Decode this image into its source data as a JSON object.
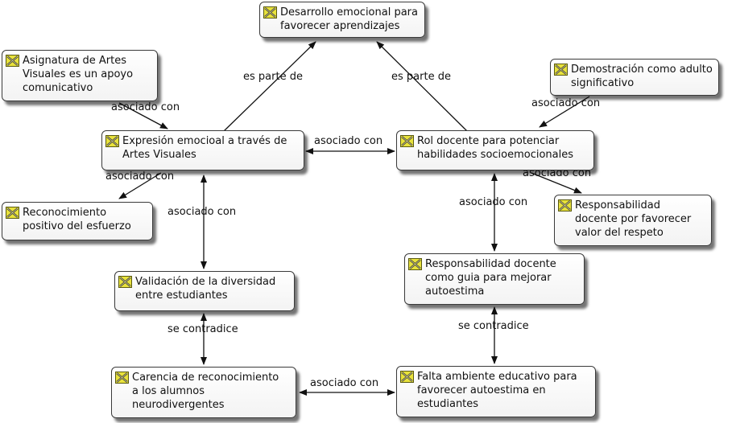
{
  "nodes": {
    "desarrollo": "Desarrollo emocional para\nfavorecer aprendizajes",
    "artes": "Asignatura de Artes\nVisuales es un apoyo\ncomunicativo",
    "demostracion": "Demostración como adulto\nsignificativo",
    "expresion": "Expresión emocioal a través de\nArtes Visuales",
    "rol": "Rol docente para potenciar\nhabilidades socioemocionales",
    "reconocimiento": "Reconocimiento\npositivo del esfuerzo",
    "respeto": "Responsabilidad\ndocente por favorecer\nvalor del respeto",
    "autoestima_guia": "Responsabilidad docente\ncomo guia para mejorar\nautoestima",
    "validacion": "Validación de la diversidad\nentre estudiantes",
    "carencia": "Carencia de reconocimiento\na los alumnos\nneurodivergentes",
    "falta": "Falta ambiente educativo para\nfavorecer autoestima en\nestudiantes"
  },
  "edge_labels": {
    "expresion_desarrollo": "es parte de",
    "rol_desarrollo": "es parte de",
    "artes_expresion": "asociado con",
    "expresion_rol": "asociado con",
    "demostracion_rol": "asociado con",
    "expresion_reconocimiento": "asociado con",
    "rol_respeto": "asociado con",
    "expresion_validacion": "asociado con",
    "rol_autoestima": "asociado con",
    "validacion_carencia": "se contradice",
    "autoestima_falta": "se contradice",
    "carencia_falta": "asociado con"
  },
  "colors": {
    "icon_fill": "#e8e23c",
    "icon_stroke": "#5a5a10",
    "edge": "#111111"
  },
  "icon_name": "code-icon"
}
